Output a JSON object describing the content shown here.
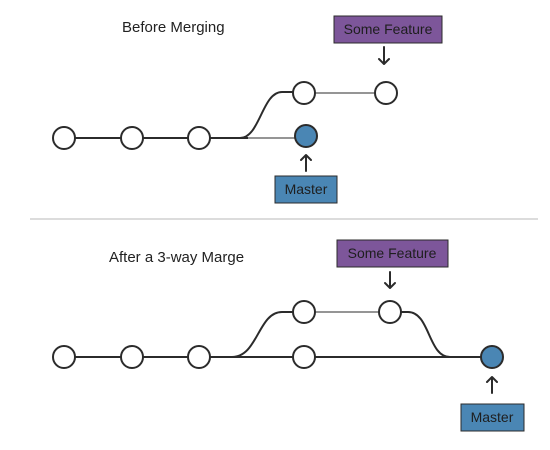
{
  "colors": {
    "feature_label_bg": "#7d569a",
    "master_label_bg": "#4a86b4",
    "active_node": "#4a86b4",
    "line": "#2b2b2b",
    "divider": "#b8b8b8"
  },
  "before": {
    "title": "Before Merging",
    "feature_label": "Some Feature",
    "master_label": "Master"
  },
  "after": {
    "title": "After a 3-way Marge",
    "feature_label": "Some Feature",
    "master_label": "Master"
  }
}
